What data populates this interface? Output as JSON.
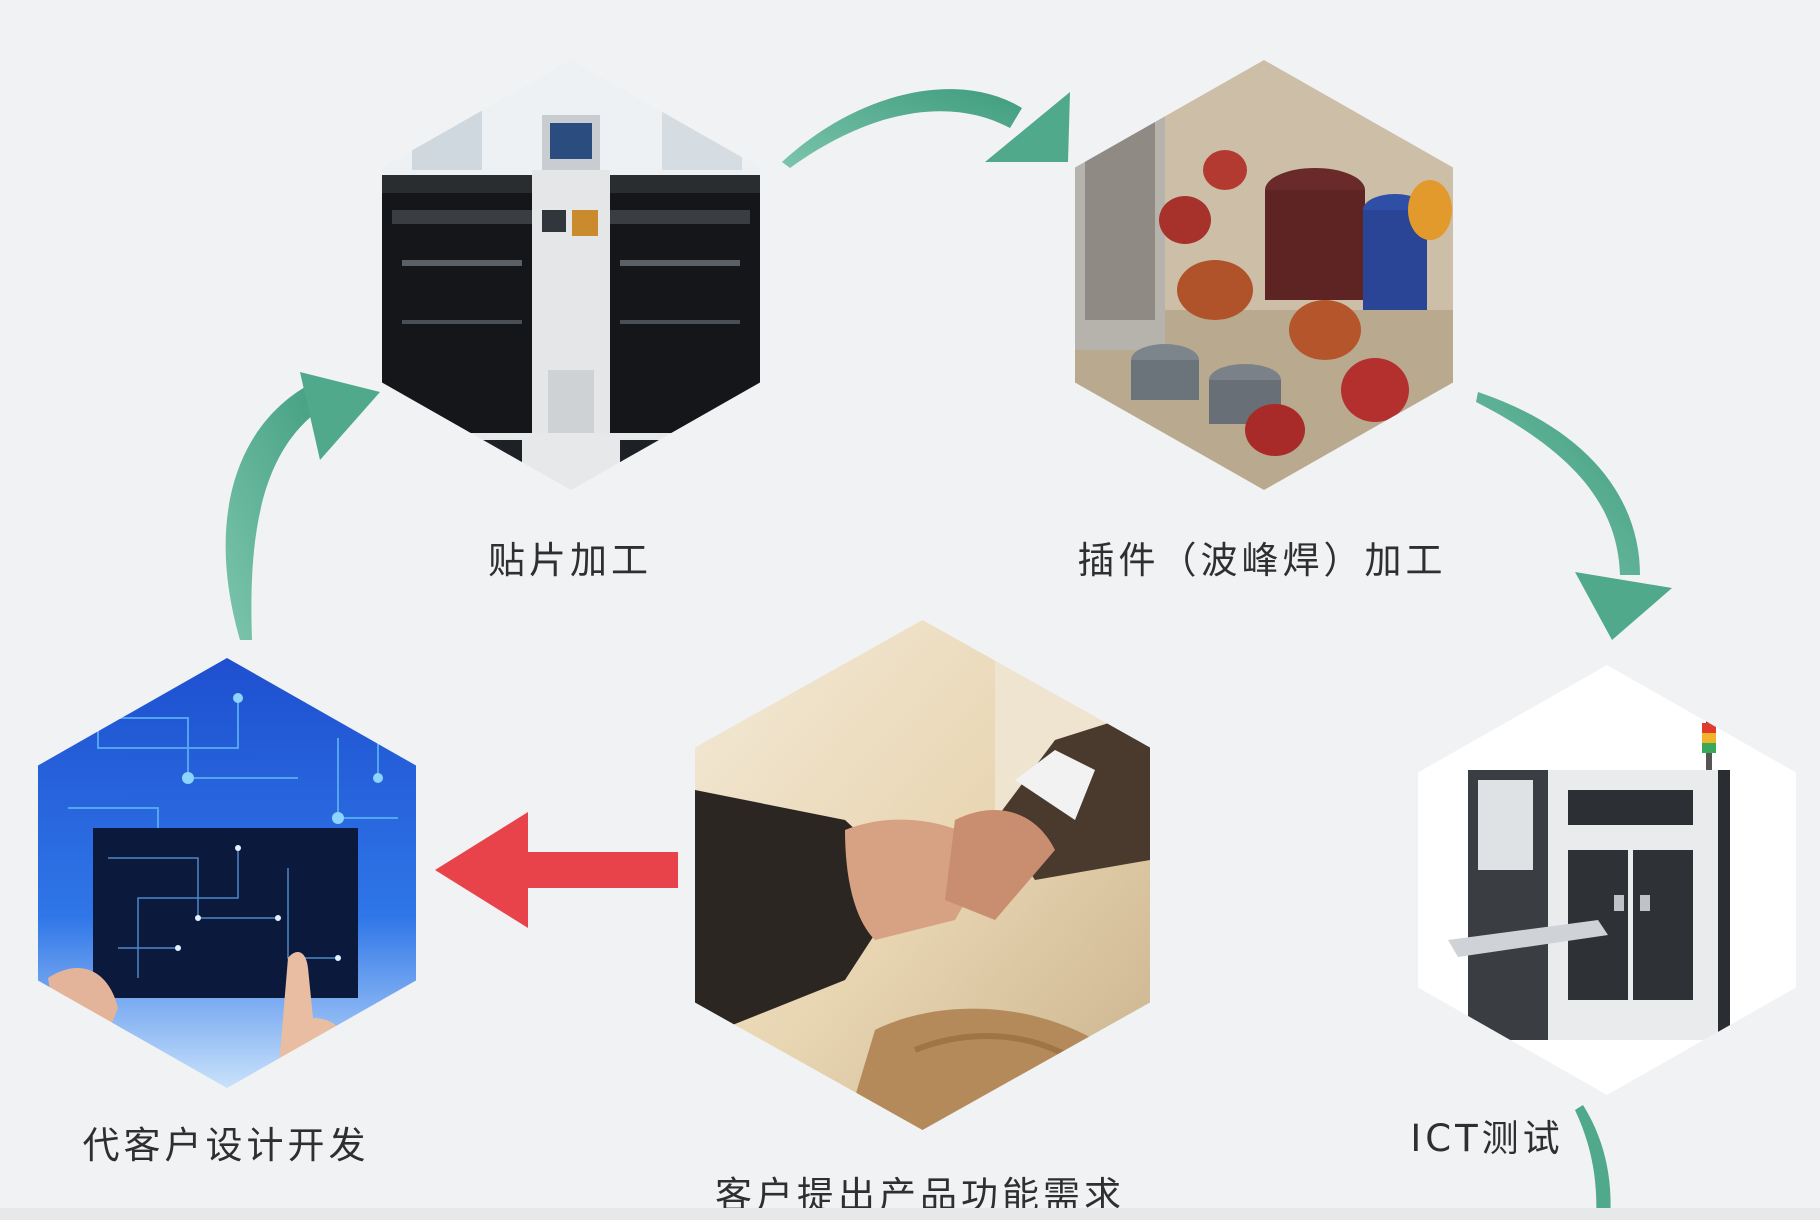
{
  "steps": [
    {
      "id": "customer-request",
      "label": "客户提出产品功能需求",
      "icon": "handshake-photo"
    },
    {
      "id": "design",
      "label": "代客户设计开发",
      "icon": "circuit-tablet-photo"
    },
    {
      "id": "smt",
      "label": "贴片加工",
      "icon": "pick-and-place-machine-photo"
    },
    {
      "id": "through-hole",
      "label": "插件（波峰焊）加工",
      "icon": "capacitors-pcb-photo"
    },
    {
      "id": "ict",
      "label": "ICT测试",
      "icon": "ict-test-machine-photo"
    }
  ],
  "colors": {
    "background": "#f1f2f4",
    "flow_arrow": "#4fa98a",
    "start_arrow": "#e8434b",
    "label_text": "#2f2f2f"
  }
}
